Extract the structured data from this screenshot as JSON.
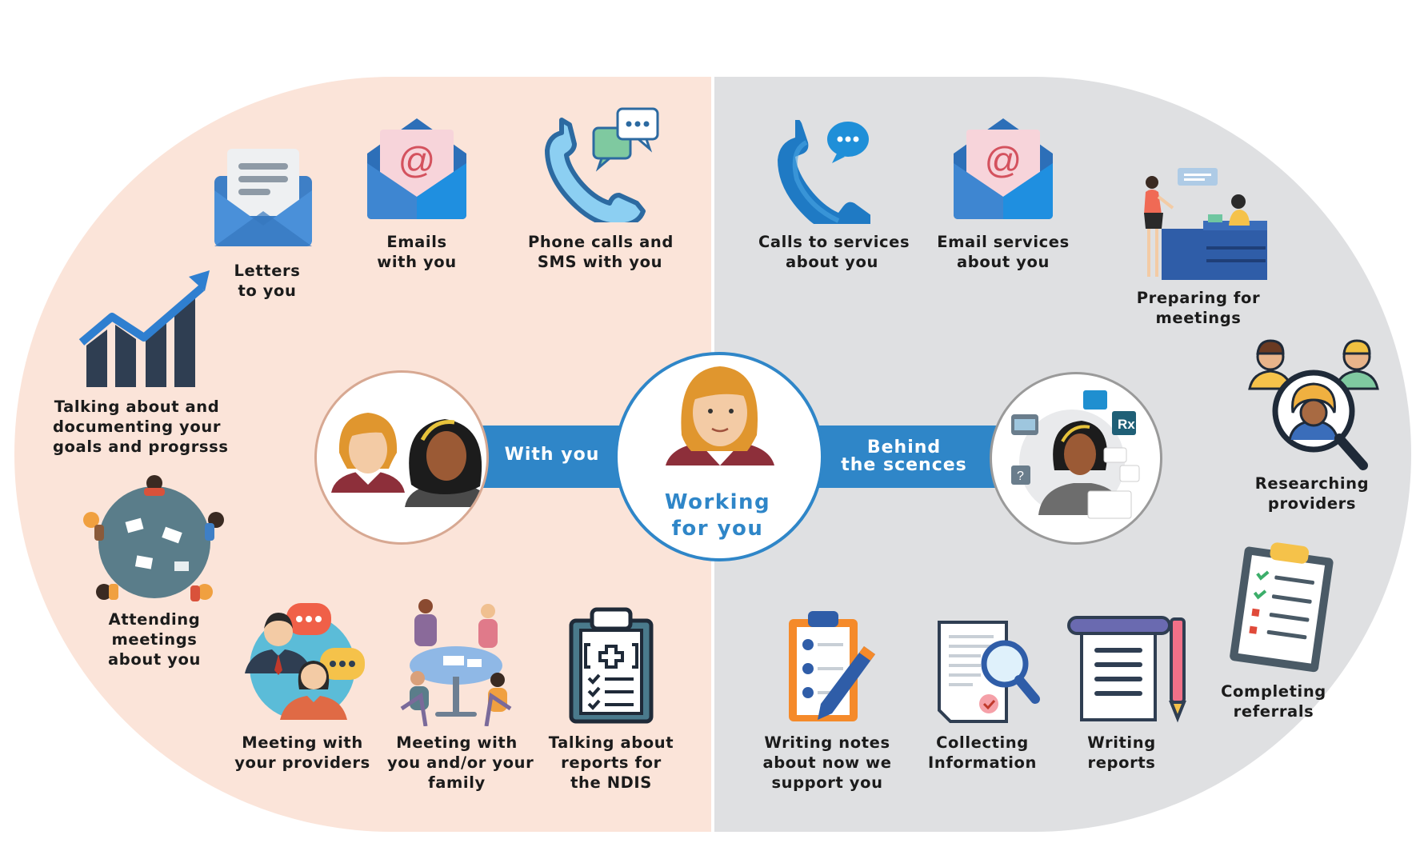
{
  "center": {
    "line1": "Working",
    "line2": "for you"
  },
  "bands": {
    "left": "With you",
    "right_line1": "Behind",
    "right_line2": "the scences"
  },
  "with_you": {
    "letters": [
      "Letters",
      "to you"
    ],
    "emails": [
      "Emails",
      "with you"
    ],
    "phone": [
      "Phone calls and",
      "SMS with you"
    ],
    "goals": [
      "Talking about and",
      "documenting your",
      "goals and progrsss"
    ],
    "attending": [
      "Attending",
      "meetings",
      "about you"
    ],
    "meeting_providers": [
      "Meeting with",
      "your providers"
    ],
    "meeting_family": [
      "Meeting with",
      "you and/or your",
      "family"
    ],
    "ndis": [
      "Talking about",
      "reports for",
      "the NDIS"
    ]
  },
  "behind": {
    "calls": [
      "Calls to services",
      "about you"
    ],
    "email_services": [
      "Email services",
      "about you"
    ],
    "preparing": [
      "Preparing for",
      "meetings"
    ],
    "researching": [
      "Researching",
      "providers"
    ],
    "referrals": [
      "Completing",
      "referrals"
    ],
    "notes": [
      "Writing notes",
      "about now we",
      "support you"
    ],
    "collecting": [
      "Collecting",
      "Information"
    ],
    "reports": [
      "Writing",
      "reports"
    ]
  },
  "icon_text": {
    "at_sign": "@",
    "rx": "Rx",
    "question": "?"
  },
  "colors": {
    "left_bg": "#fbe4d9",
    "right_bg": "#dfe0e2",
    "accent": "#2f86c8"
  }
}
